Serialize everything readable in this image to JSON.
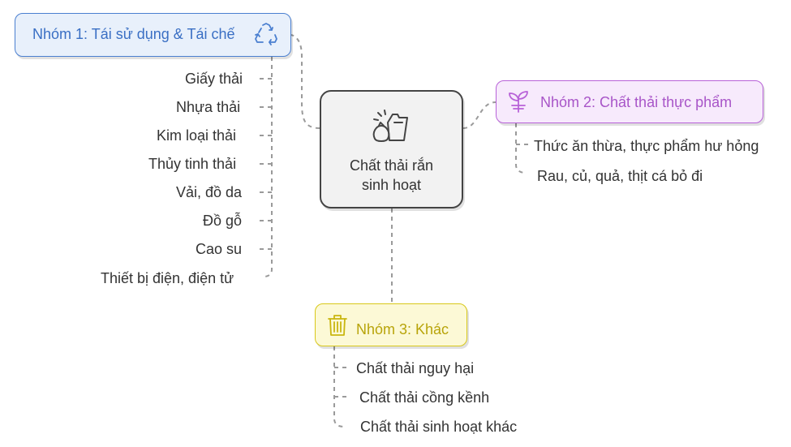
{
  "center": {
    "label_line1": "Chất thải rắn",
    "label_line2": "sinh hoạt",
    "icon": "waste-bin-bag-icon"
  },
  "groups": [
    {
      "title": "Nhóm 1: Tái sử dụng & Tái chế",
      "icon": "recycle-icon",
      "color": "#4a7fd0",
      "items": [
        "Giấy thải",
        "Nhựa thải",
        "Kim loại thải",
        "Thủy tinh thải",
        "Vải, đồ da",
        "Đồ gỗ",
        "Cao su",
        "Thiết bị điện, điện tử"
      ]
    },
    {
      "title": "Nhóm 2: Chất thải thực phẩm",
      "icon": "sprout-icon",
      "color": "#b862d8",
      "items": [
        "Thức ăn thừa, thực phẩm hư hỏng",
        "Rau, củ, quả, thịt cá bỏ đi"
      ]
    },
    {
      "title": "Nhóm 3: Khác",
      "icon": "trash-can-icon",
      "color": "#c9b60f",
      "items": [
        "Chất thải nguy hại",
        "Chất thải cồng kềnh",
        "Chất thải sinh hoạt khác"
      ]
    }
  ]
}
